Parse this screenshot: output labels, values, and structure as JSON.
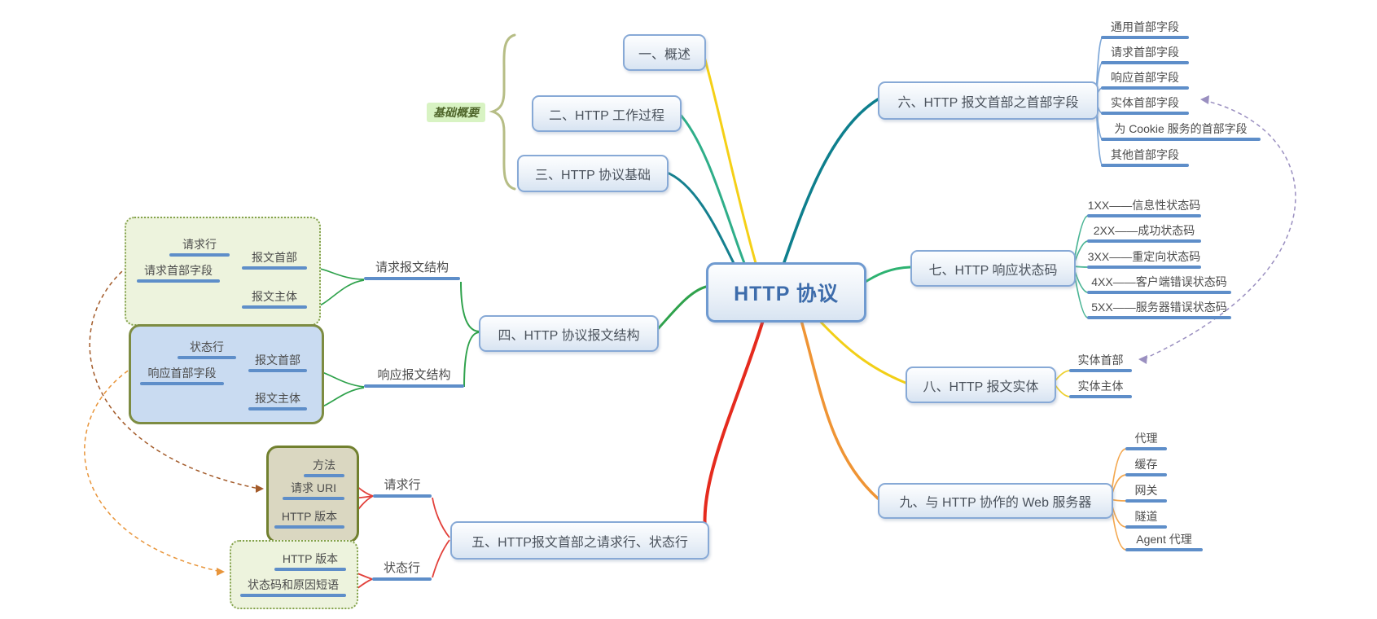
{
  "title": "HTTP 协议",
  "overview_group": {
    "label": "基础概要",
    "topics": [
      "一、概述",
      "二、HTTP 工作过程",
      "三、HTTP 协议基础"
    ]
  },
  "structure": {
    "label": "四、HTTP 协议报文结构",
    "request": {
      "label": "请求报文结构",
      "header": {
        "label": "报文首部",
        "children": [
          "请求行",
          "请求首部字段"
        ]
      },
      "body": "报文主体"
    },
    "response": {
      "label": "响应报文结构",
      "header": {
        "label": "报文首部",
        "children": [
          "状态行",
          "响应首部字段"
        ]
      },
      "body": "报文主体"
    }
  },
  "lines": {
    "label": "五、HTTP报文首部之请求行、状态行",
    "request_line": {
      "label": "请求行",
      "parts": [
        "方法",
        "请求 URI",
        "HTTP 版本"
      ]
    },
    "status_line": {
      "label": "状态行",
      "parts": [
        "HTTP 版本",
        "状态码和原因短语"
      ]
    }
  },
  "header_fields": {
    "label": "六、HTTP 报文首部之首部字段",
    "children": [
      "通用首部字段",
      "请求首部字段",
      "响应首部字段",
      "实体首部字段",
      "为 Cookie 服务的首部字段",
      "其他首部字段"
    ]
  },
  "status_codes": {
    "label": "七、HTTP 响应状态码",
    "children": [
      "1XX——信息性状态码",
      "2XX——成功状态码",
      "3XX——重定向状态码",
      "4XX——客户端错误状态码",
      "5XX——服务器错误状态码"
    ]
  },
  "entity": {
    "label": "八、HTTP 报文实体",
    "children": [
      "实体首部",
      "实体主体"
    ]
  },
  "servers": {
    "label": "九、与 HTTP 协作的 Web 服务器",
    "children": [
      "代理",
      "缓存",
      "网关",
      "隧道",
      "Agent 代理"
    ]
  },
  "colors": {
    "root_border": "#6f9ad0",
    "topic_border": "#87a9d6",
    "underline": "#5e8ec9",
    "branch_1_yellow": "#f5d016",
    "branch_2_teal": "#2fae89",
    "branch_3_darkteal": "#15808f",
    "branch_4_green": "#2fa24c",
    "branch_5_red": "#e52b1e",
    "branch_6_darkteal": "#0e7f8d",
    "branch_7_green": "#2db271",
    "branch_8_yellow": "#f2cf17",
    "branch_9_orange": "#ef9434",
    "relationship_entity": "#9a8fc0",
    "relationship_request": "#a35b2a",
    "relationship_status": "#e8953b",
    "boundary_green_fill": "#edf3dd",
    "boundary_blue_fill": "#c9dbf1",
    "boundary_olive_fill": "#dad7c1",
    "summary_label_bg": "#d8f3c3"
  }
}
